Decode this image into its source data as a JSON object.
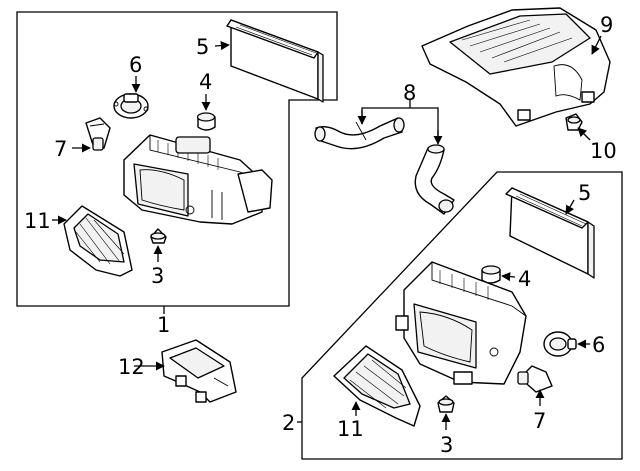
{
  "callouts": {
    "c1": "1",
    "c2": "2",
    "c3a": "3",
    "c3b": "3",
    "c4a": "4",
    "c4b": "4",
    "c5a": "5",
    "c5b": "5",
    "c6a": "6",
    "c6b": "6",
    "c7a": "7",
    "c7b": "7",
    "c8": "8",
    "c9": "9",
    "c10": "10",
    "c11a": "11",
    "c11b": "11",
    "c12": "12"
  }
}
